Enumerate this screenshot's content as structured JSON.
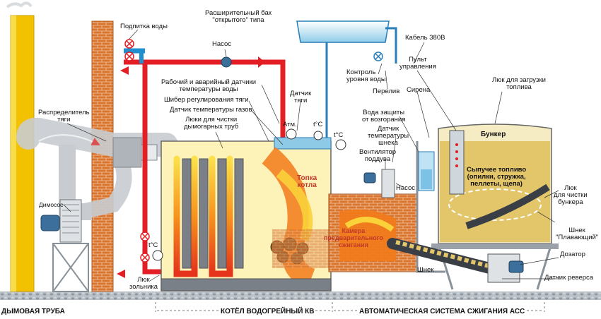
{
  "labels": {
    "chimney": "ДЫМОВАЯ ТРУБА",
    "water_supply": "Подпитка воды",
    "pump": "Насос",
    "expansion_tank": "Расширительный бак\n\"открытого\" типа",
    "level_control": "Контроль\nуровня воды",
    "overflow": "Перелив",
    "cable": "Кабель 380В",
    "control_panel": "Пульт\nуправления",
    "siren": "Сирена",
    "loading_hatch": "Люк для загрузки\nтоплива",
    "bunker": "Бункер",
    "loose_fuel": "Сыпучее топливо\n(опилки, стружка,\nпеллеты, щепа)",
    "cleaning_hatch_bunker": "Люк\nдля чистки\nбункера",
    "floating_auger": "Шнек\n\"Плавающий\"",
    "doser": "Дозатор",
    "reverse_sensor": "Датчик реверса",
    "temp_sensors_water": "Рабочий и аварийный датчики\nтемпературы воды",
    "draft_damper": "Шибер регулирования тяги",
    "gas_temp_sensor": "Датчик температуры газов",
    "flue_cleaning_hatches": "Люки для чистки\nдымогарных труб",
    "draft_distributor": "Распределитель\nтяги",
    "smoke_exhaust": "Димосос",
    "draft_sensor": "Датчик\nтяги",
    "atm": "Атм.",
    "tc1": "t°C",
    "tc2": "t°C",
    "tc3": "t°C",
    "ash_hatch": "Люк\nзольника",
    "furnace": "Топка\nкотла",
    "backfire_water": "Вода защиты\nот возгорания",
    "auger_temp_sensor": "Датчик\nтемпературы\nшнека",
    "blower_fan": "Вентилятор\nподдува",
    "pump2": "Насос",
    "precombustion_chamber": "Камера\nпредварительного\nсжигания",
    "auger": "Шнек"
  },
  "footer": {
    "boiler_section": "КОТЁЛ ВОДОГРЕЙНЫЙ  КВ",
    "acs_section": "АВТОМАТИЧЕСКАЯ СИСТЕМА СЖИГАНИЯ   АСС"
  },
  "colors": {
    "chimney": "#f2c200",
    "brick": "#d9752f",
    "hot_pipe": "#e31e24",
    "flue": "#c8ccd0",
    "fire": "#f27a1a",
    "fuel": "#e3c66a",
    "water": "#9fd3ef",
    "ground": "#b9c0c6"
  }
}
